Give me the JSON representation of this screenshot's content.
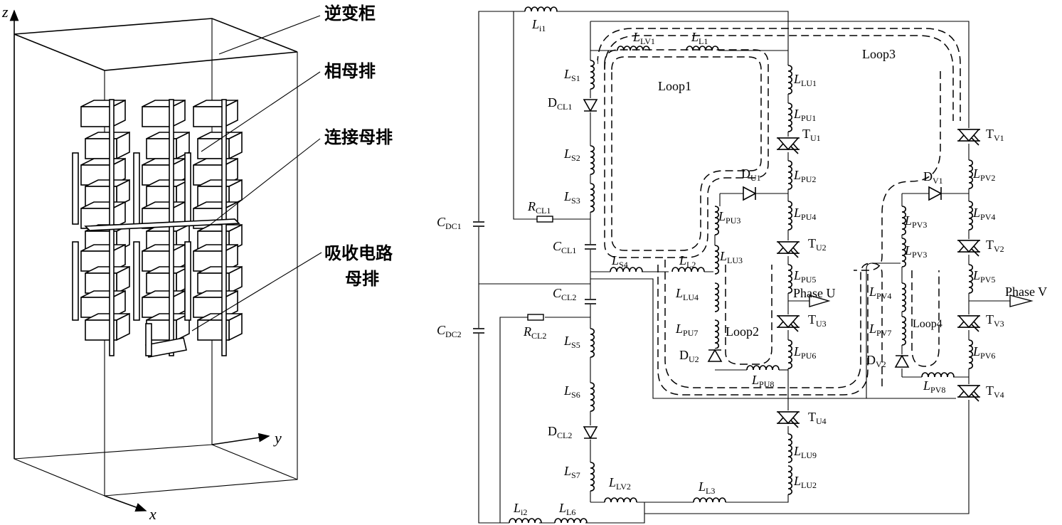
{
  "left_figure": {
    "axis_z": "z",
    "axis_y": "y",
    "axis_x": "x",
    "callouts": {
      "cabinet": "逆变柜",
      "phase_busbar": "相母排",
      "connecting_busbar": "连接母排",
      "snubber_busbar_line1": "吸收电路",
      "snubber_busbar_line2": "母排"
    }
  },
  "right_figure": {
    "labels": {
      "Li1": [
        "L",
        "i1"
      ],
      "Li2": [
        "L",
        "i2"
      ],
      "LL6": [
        "L",
        "L6"
      ],
      "LLV1": [
        "L",
        "LV1"
      ],
      "LL1": [
        "L",
        "L1"
      ],
      "LLV2": [
        "L",
        "LV2"
      ],
      "LL3": [
        "L",
        "L3"
      ],
      "LS1": [
        "L",
        "S1"
      ],
      "LS2": [
        "L",
        "S2"
      ],
      "LS3": [
        "L",
        "S3"
      ],
      "LS4": [
        "L",
        "S4"
      ],
      "LS5": [
        "L",
        "S5"
      ],
      "LS6": [
        "L",
        "S6"
      ],
      "LS7": [
        "L",
        "S7"
      ],
      "DCL1": [
        "D",
        "CL1"
      ],
      "DCL2": [
        "D",
        "CL2"
      ],
      "RCL1": [
        "R",
        "CL1"
      ],
      "RCL2": [
        "R",
        "CL2"
      ],
      "CCL1": [
        "C",
        "CL1"
      ],
      "CCL2": [
        "C",
        "CL2"
      ],
      "CDC1": [
        "C",
        "DC1"
      ],
      "CDC2": [
        "C",
        "DC2"
      ],
      "LL2": [
        "L",
        "L2"
      ],
      "LLU1": [
        "L",
        "LU1"
      ],
      "LPU1": [
        "L",
        "PU1"
      ],
      "TU1": [
        "T",
        "U1"
      ],
      "LPU2": [
        "L",
        "PU2"
      ],
      "DU1": [
        "D",
        "U1"
      ],
      "LPU4": [
        "L",
        "PU4"
      ],
      "TU2": [
        "T",
        "U2"
      ],
      "LPU5": [
        "L",
        "PU5"
      ],
      "TU3": [
        "T",
        "U3"
      ],
      "LPU6": [
        "L",
        "PU6"
      ],
      "TU4": [
        "T",
        "U4"
      ],
      "LLU9": [
        "L",
        "LU9"
      ],
      "LLU2": [
        "L",
        "LU2"
      ],
      "LPU3": [
        "L",
        "PU3"
      ],
      "LLU3": [
        "L",
        "LU3"
      ],
      "LLU4": [
        "L",
        "LU4"
      ],
      "LPU7": [
        "L",
        "PU7"
      ],
      "DU2": [
        "D",
        "U2"
      ],
      "LPU8": [
        "L",
        "PU8"
      ],
      "TV1": [
        "T",
        "V1"
      ],
      "LPV2": [
        "L",
        "PV2"
      ],
      "DV1": [
        "D",
        "V1"
      ],
      "LPV4": [
        "L",
        "PV4"
      ],
      "TV2": [
        "T",
        "V2"
      ],
      "LPV5": [
        "L",
        "PV5"
      ],
      "TV3": [
        "T",
        "V3"
      ],
      "LPV6": [
        "L",
        "PV6"
      ],
      "TV4": [
        "T",
        "V4"
      ],
      "LPV8": [
        "L",
        "PV8"
      ],
      "LPV3a": [
        "L",
        "PV3"
      ],
      "LPV3b": [
        "L",
        "PV3"
      ],
      "LPV4b": [
        "L",
        "PV4"
      ],
      "LPV7": [
        "L",
        "PV7"
      ],
      "DV2": [
        "D",
        "V2"
      ]
    },
    "loops": {
      "loop1": "Loop1",
      "loop2": "Loop2",
      "loop3": "Loop3",
      "loop4": "Loop4"
    },
    "outputs": {
      "phase_u": "Phase U",
      "phase_v": "Phase V"
    }
  }
}
